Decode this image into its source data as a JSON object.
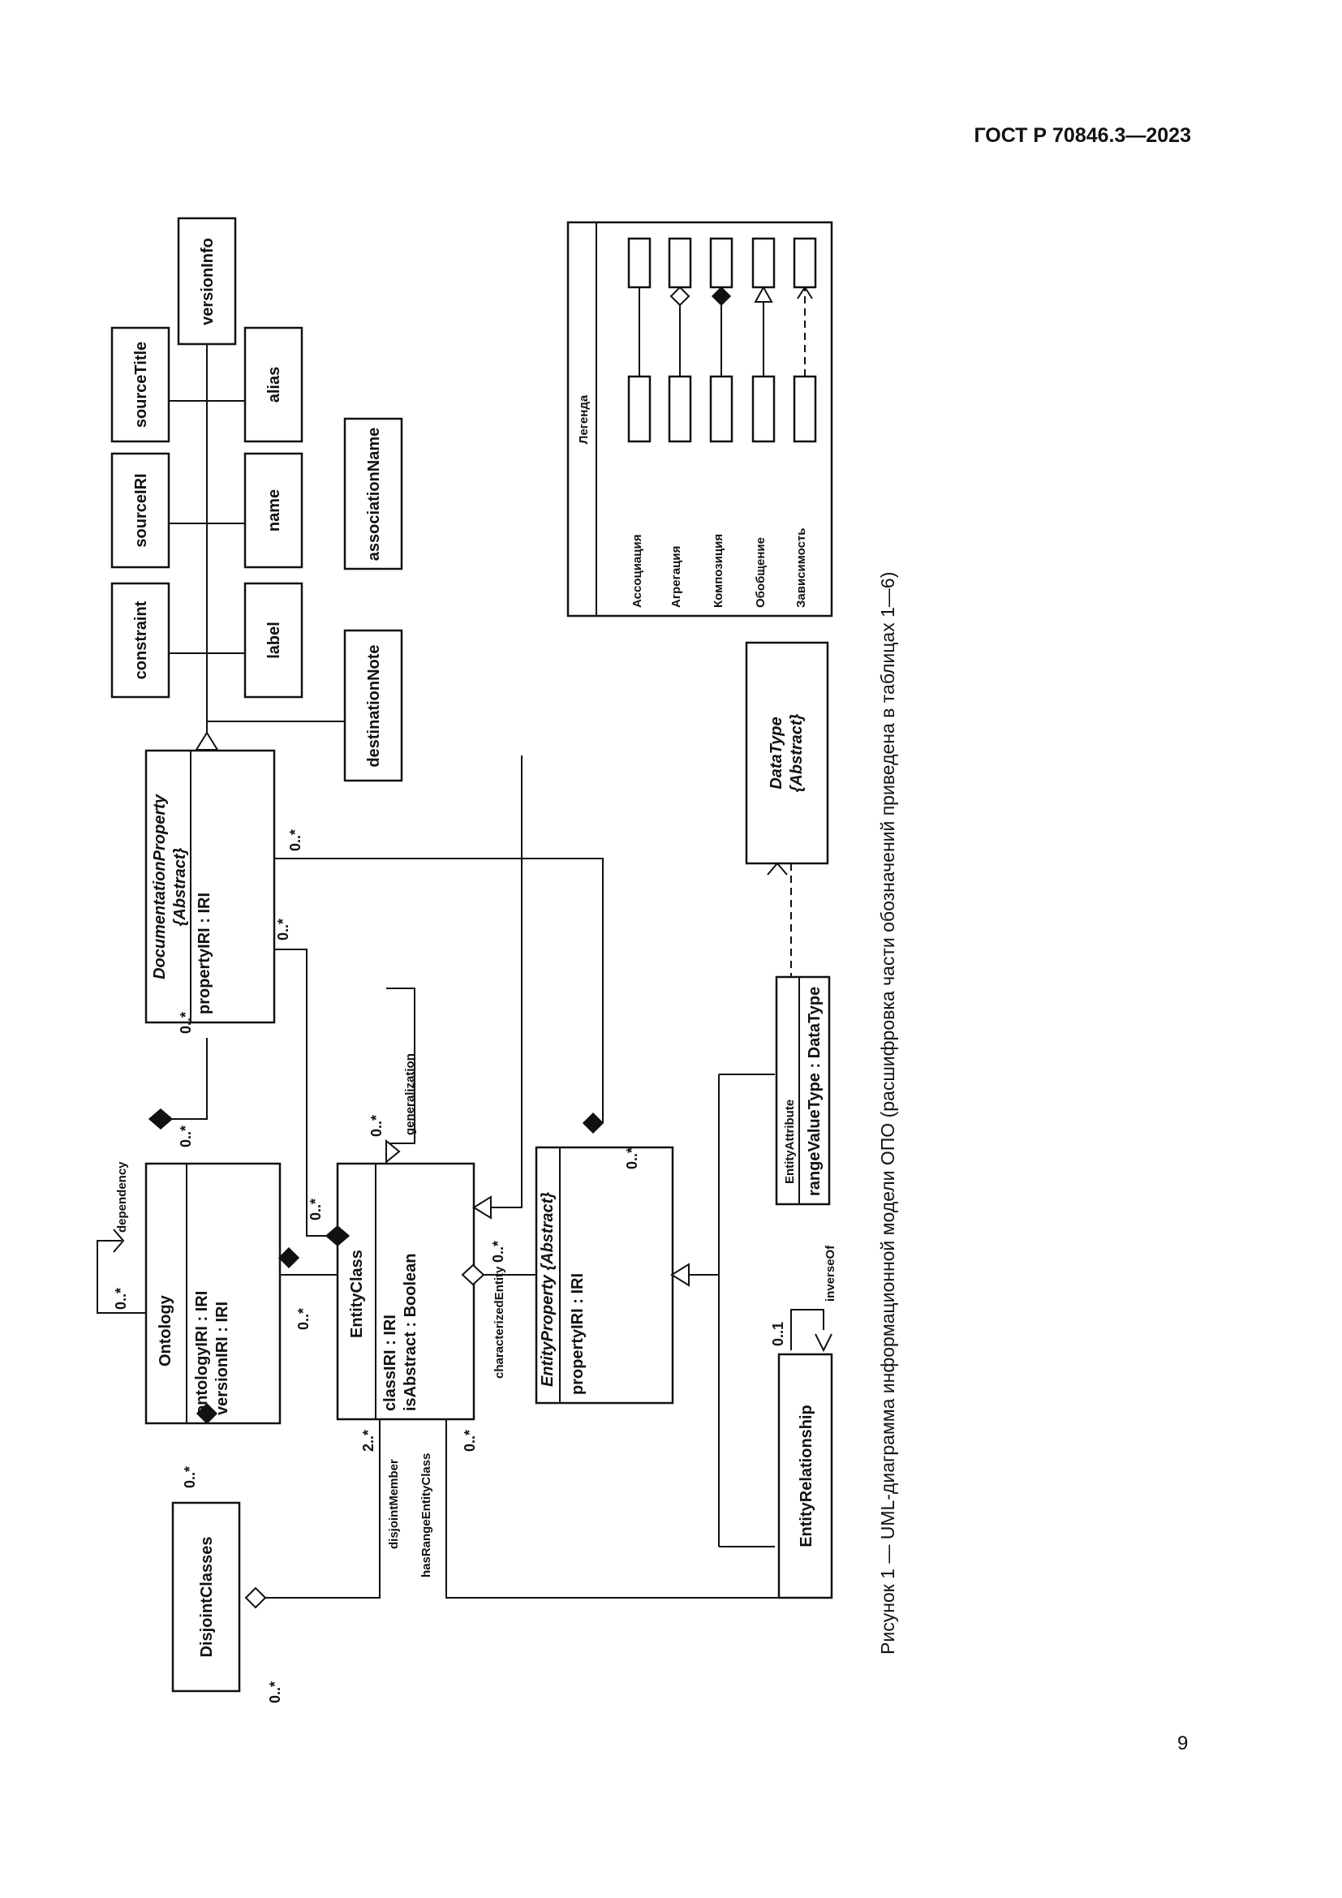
{
  "header": "ГОСТ Р 70846.3—2023",
  "page_number": "9",
  "caption": "Рисунок 1 — UML-диаграмма информационной модели ОПО (расшифровка части обозначений приведена в таблицах 1—6)",
  "classes": {
    "version_info": "versionInfo",
    "source_title": "sourceTitle",
    "source_iri": "sourceIRI",
    "constraint": "constraint",
    "alias": "alias",
    "name": "name",
    "label": "label",
    "association_name": "associationName",
    "destination_note": "destinationNote",
    "documentation_property": {
      "name": "DocumentationProperty",
      "stereotype": "{Abstract}",
      "attrs": [
        "propertyIRI : IRI"
      ]
    },
    "ontology": {
      "name": "Ontology",
      "attrs": [
        "ontologyIRI : IRI",
        "versionIRI : IRI"
      ]
    },
    "entity_class": {
      "name": "EntityClass",
      "attrs": [
        "classIRI : IRI",
        "isAbstract : Boolean"
      ]
    },
    "entity_property": {
      "name": "EntityProperty {Abstract}",
      "attrs": [
        "propertyIRI : IRI"
      ]
    },
    "data_type": {
      "name": "DataType",
      "stereotype": "{Abstract}"
    },
    "entity_attribute": {
      "name": "EntityAttribute",
      "attrs": [
        "rangeValueType : DataType"
      ]
    },
    "entity_relationship": "EntityRelationship",
    "disjoint_classes": "DisjointClasses"
  },
  "multiplicities": {
    "ontology_dependency": "0..*",
    "ontology_docprop_onto": "0..*",
    "ontology_docprop_doc": "0..*",
    "docprop_entityclass_doc": "0..*",
    "docprop_entityclass_ec": "0..*",
    "ontology_entityclass": "0..*",
    "generalization": "0..*",
    "docprop_entityproperty_doc": "0..*",
    "docprop_entityproperty_ep": "0..*",
    "characterized_entity": "0..*",
    "ontology_disjoint": "0..*",
    "disjoint_member_left": "0..*",
    "disjoint_member_right": "2..*",
    "has_range": "0..*",
    "inverse_of": "0..1"
  },
  "roles": {
    "dependency": "dependency",
    "generalization": "generalization",
    "characterized_entity": "characterizedEntity",
    "disjoint_member": "disjointMember",
    "has_range_entity_class": "hasRangeEntityClass",
    "inverse_of": "inverseOf"
  },
  "legend": {
    "title": "Легенда",
    "items": [
      "Ассоциация",
      "Агрегация",
      "Композиция",
      "Обобщение",
      "Зависимость"
    ]
  }
}
